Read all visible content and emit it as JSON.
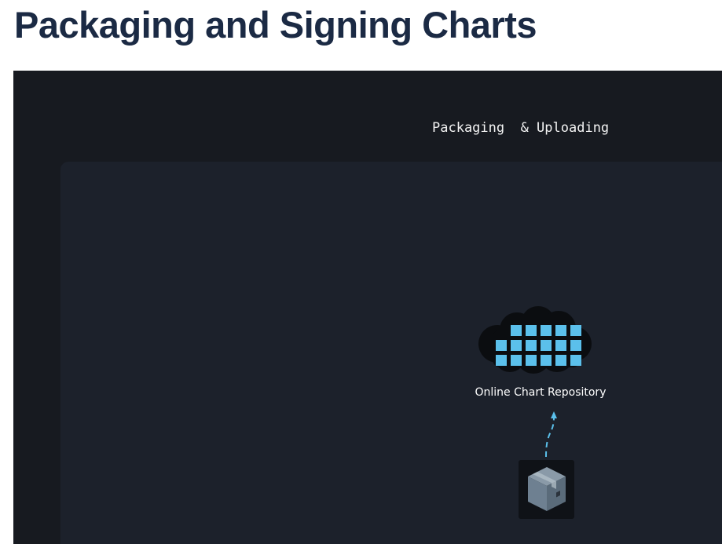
{
  "page": {
    "title": "Packaging and Signing Charts"
  },
  "figure": {
    "heading": "Packaging  & Uploading",
    "repository_label": "Online Chart Repository",
    "icons": {
      "repository": "cloud-grid-icon",
      "upload": "dashed-arrow-up-icon",
      "package": "package-box-icon"
    },
    "colors": {
      "figure_background": "#171a20",
      "panel_background": "#1c212b",
      "grid_cells": "#5bc0eb",
      "cloud": "#0b0d10",
      "arrow": "#5bc0eb",
      "box": "#667888"
    }
  }
}
